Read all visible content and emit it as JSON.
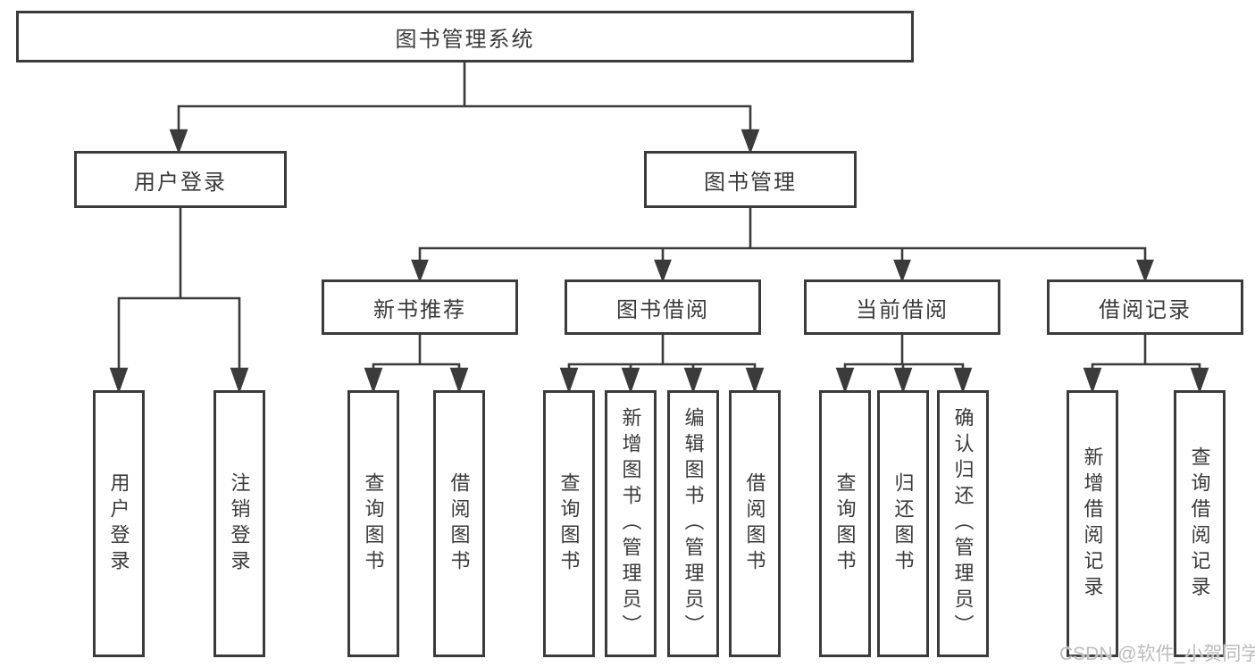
{
  "root": {
    "label": "图书管理系统"
  },
  "branches": [
    {
      "label": "用户登录",
      "children": [
        {
          "label": "用户登录"
        },
        {
          "label": "注销登录"
        }
      ]
    },
    {
      "label": "图书管理",
      "groups": [
        {
          "label": "新书推荐",
          "children": [
            {
              "label": "查询图书"
            },
            {
              "label": "借阅图书"
            }
          ]
        },
        {
          "label": "图书借阅",
          "children": [
            {
              "label": "查询图书"
            },
            {
              "label": "新增图书（管理员）"
            },
            {
              "label": "编辑图书（管理员）"
            },
            {
              "label": "借阅图书"
            }
          ]
        },
        {
          "label": "当前借阅",
          "children": [
            {
              "label": "查询图书"
            },
            {
              "label": "归还图书"
            },
            {
              "label": "确认归还（管理员）"
            }
          ]
        },
        {
          "label": "借阅记录",
          "children": [
            {
              "label": "新增借阅记录"
            },
            {
              "label": "查询借阅记录"
            }
          ]
        }
      ]
    }
  ],
  "watermark": {
    "text": "CSDN @软件_小贺同学"
  },
  "colors": {
    "line": "#3b3b3b",
    "text": "#3a3a3a",
    "watermark": "#bcbcbc",
    "background": "#ffffff"
  }
}
